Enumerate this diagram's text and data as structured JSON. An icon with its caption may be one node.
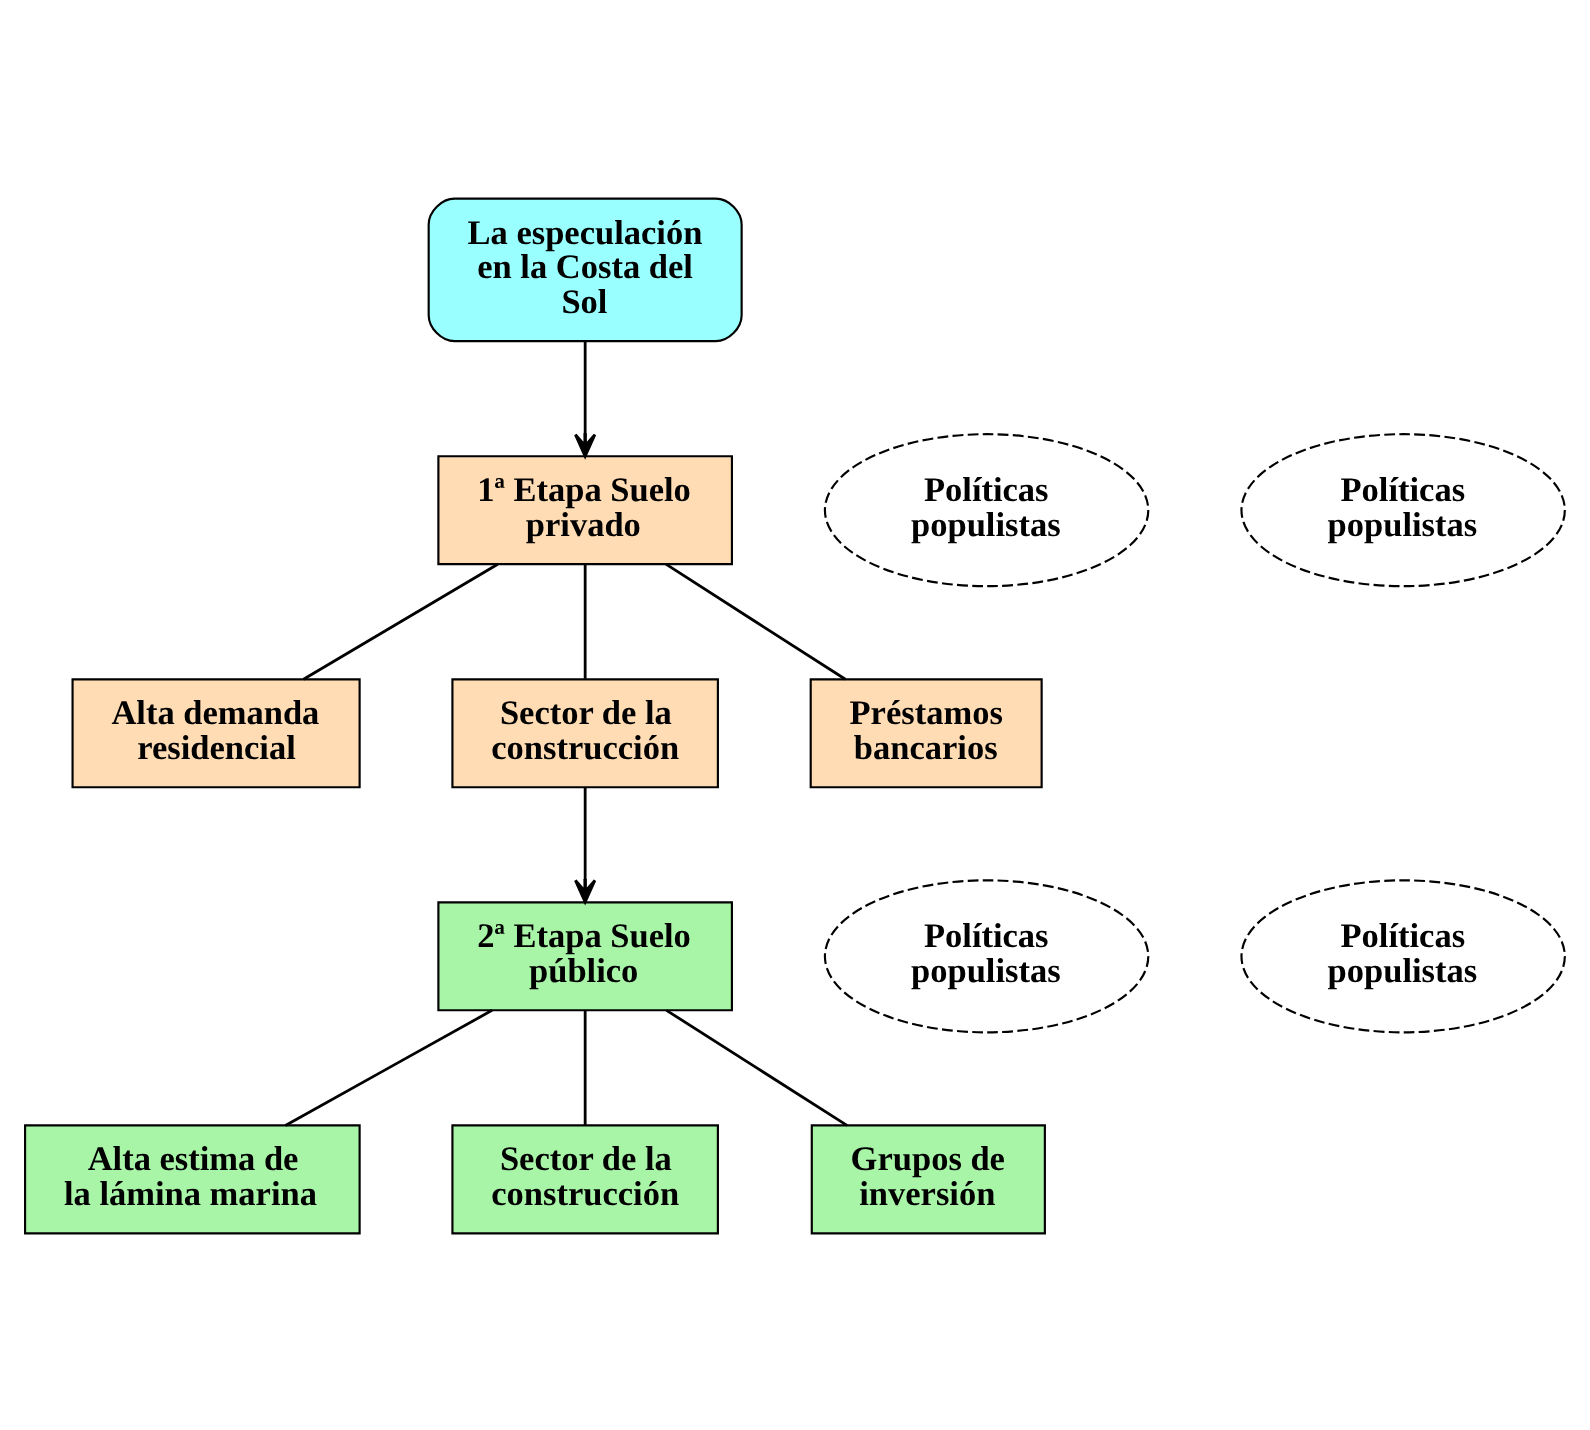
{
  "diagram": {
    "nodes": [
      {
        "text": [
          "La especulación en la Costa del Sol"
        ]
      },
      {
        "text": [
          "Políticas populistas"
        ]
      },
      {
        "text": [
          "1ª Etapa Suelo privado"
        ]
      },
      {
        "text": [
          "Políticas populistas"
        ]
      },
      {
        "text": [
          "Alta demanda residencial"
        ]
      },
      {
        "text": [
          "Sector de la construcción"
        ]
      },
      {
        "text": [
          "Préstamos bancarios"
        ]
      },
      {
        "text": [
          "Políticas populistas"
        ]
      },
      {
        "text": [
          "2ª Etapa Suelo público"
        ]
      },
      {
        "text": [
          "Políticas populistas"
        ]
      },
      {
        "text": [
          "Alta estima de la lámina marina"
        ]
      },
      {
        "text": [
          "Sector de la construcción"
        ]
      },
      {
        "text": [
          "Grupos de inversión"
        ]
      }
    ],
    "edges": [
      {
        "from": 0,
        "to": 2,
        "arrow": "to"
      },
      {
        "from": 2,
        "to": 4,
        "arrow": "none"
      },
      {
        "from": 2,
        "to": 5,
        "arrow": "none"
      },
      {
        "from": 2,
        "to": 6,
        "arrow": "none"
      },
      {
        "from": 5,
        "to": 8,
        "arrow": "to"
      },
      {
        "from": 8,
        "to": 10,
        "arrow": "none"
      },
      {
        "from": 8,
        "to": 11,
        "arrow": "none"
      },
      {
        "from": 8,
        "to": 12,
        "arrow": "none"
      }
    ]
  }
}
